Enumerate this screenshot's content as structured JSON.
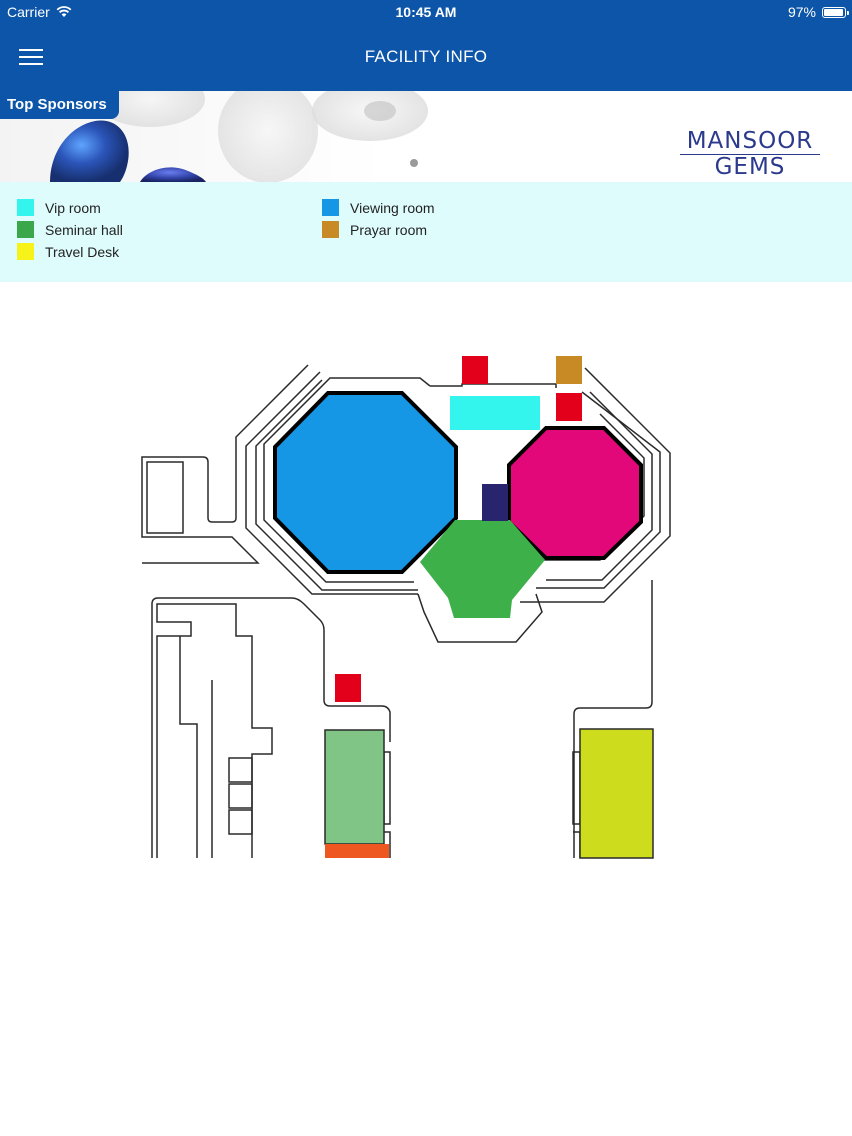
{
  "status_bar": {
    "carrier": "Carrier",
    "time": "10:45 AM",
    "battery": "97%",
    "battery_level": 0.97
  },
  "header": {
    "title": "FACILITY INFO",
    "menu_icon": "hamburger-menu-icon",
    "background_color": "#0d55a8"
  },
  "sponsors": {
    "tag": "Top Sponsors",
    "logo_line1": "MANSOOR",
    "logo_line2": "GEMS",
    "dots": 2,
    "active_dot": 0
  },
  "legend": {
    "items": [
      {
        "label": "Vip room",
        "color": "#33f5ee"
      },
      {
        "label": "Viewing room",
        "color": "#1697e6"
      },
      {
        "label": "Seminar hall",
        "color": "#3aa84a"
      },
      {
        "label": "Prayar room",
        "color": "#c78a25"
      },
      {
        "label": "Travel Desk",
        "color": "#f7f21a"
      }
    ]
  },
  "map": {
    "room_colors": {
      "vip": "#33f5ee",
      "viewing": "#1697e6",
      "seminar": "#3db04a",
      "prayer": "#c78a25",
      "highlight_magenta": "#e2087a",
      "marker_red": "#e3001b",
      "navy_block": "#28256e",
      "light_green_room": "#80c585",
      "orange_strip": "#ee5720",
      "yellow_green_room": "#cedc1e"
    }
  }
}
